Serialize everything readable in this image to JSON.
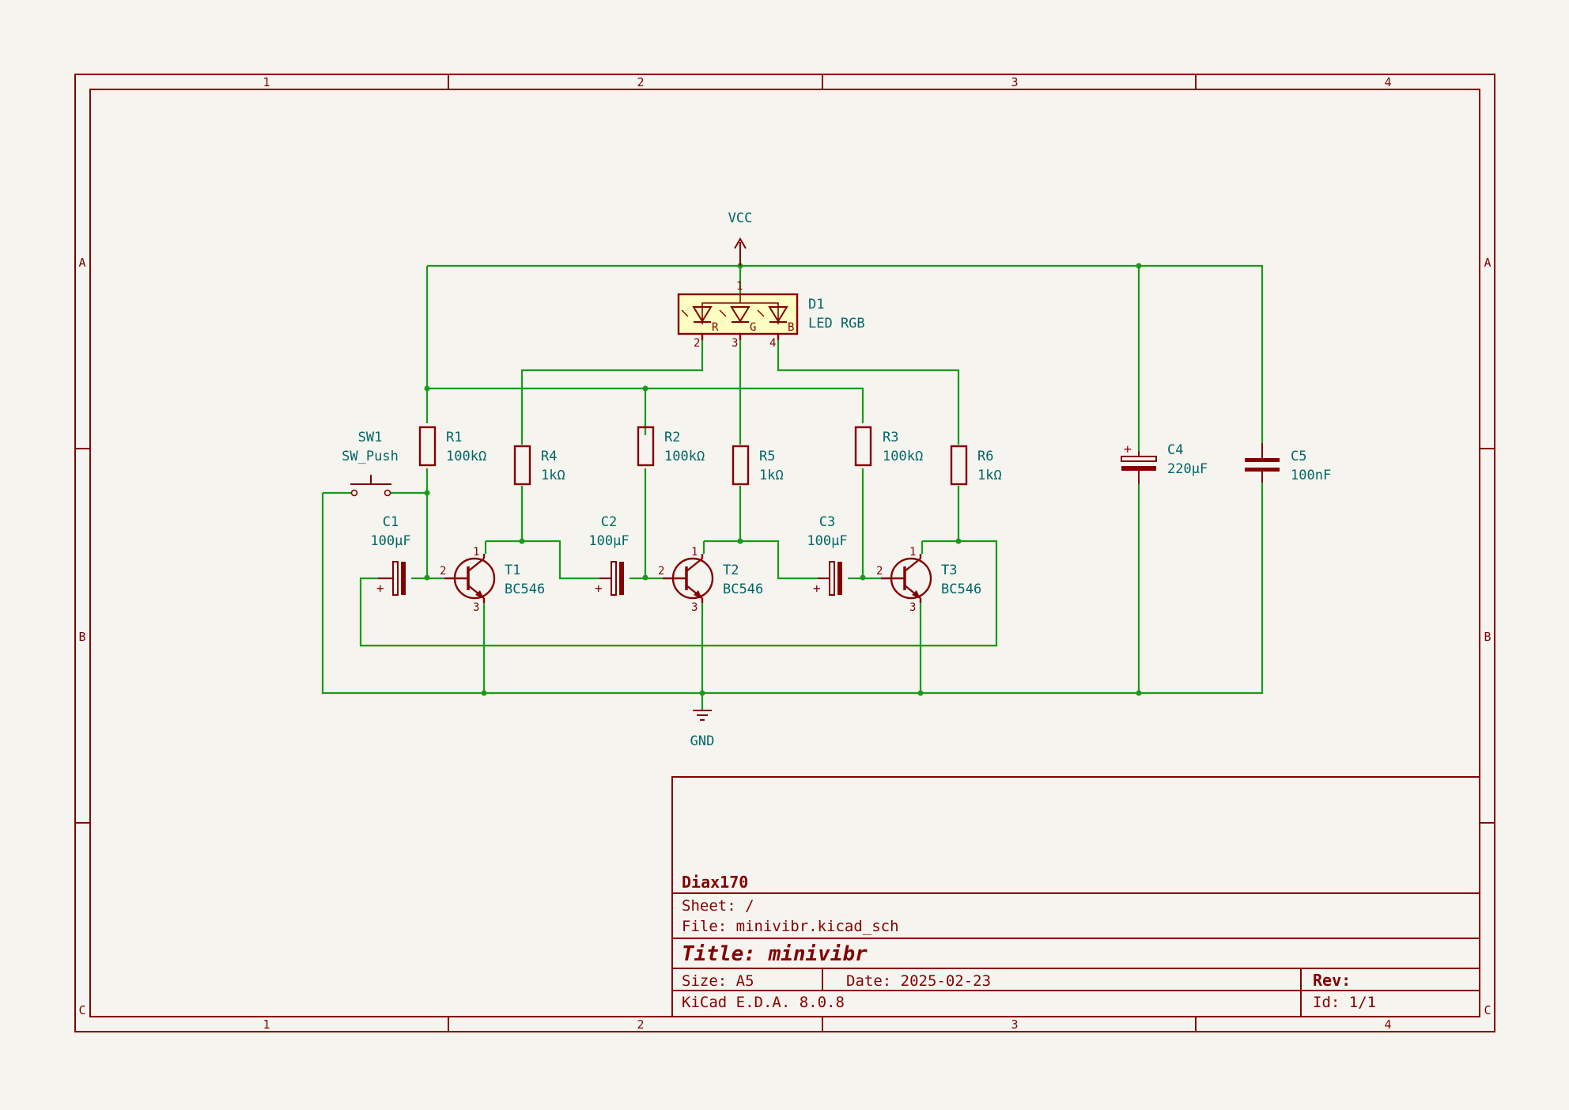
{
  "frame": {
    "columns": [
      "1",
      "2",
      "3",
      "4"
    ],
    "rows": [
      "A",
      "B",
      "C"
    ]
  },
  "power": {
    "vcc": "VCC",
    "gnd": "GND"
  },
  "components": {
    "D1": {
      "ref": "D1",
      "value": "LED RGB",
      "pins": [
        "1",
        "2",
        "3",
        "4"
      ],
      "colors": [
        "R",
        "G",
        "B"
      ]
    },
    "SW1": {
      "ref": "SW1",
      "value": "SW_Push"
    },
    "R1": {
      "ref": "R1",
      "value": "100kΩ"
    },
    "R2": {
      "ref": "R2",
      "value": "100kΩ"
    },
    "R3": {
      "ref": "R3",
      "value": "100kΩ"
    },
    "R4": {
      "ref": "R4",
      "value": "1kΩ"
    },
    "R5": {
      "ref": "R5",
      "value": "1kΩ"
    },
    "R6": {
      "ref": "R6",
      "value": "1kΩ"
    },
    "C1": {
      "ref": "C1",
      "value": "100µF"
    },
    "C2": {
      "ref": "C2",
      "value": "100µF"
    },
    "C3": {
      "ref": "C3",
      "value": "100µF"
    },
    "C4": {
      "ref": "C4",
      "value": "220µF"
    },
    "C5": {
      "ref": "C5",
      "value": "100nF"
    },
    "T1": {
      "ref": "T1",
      "value": "BC546"
    },
    "T2": {
      "ref": "T2",
      "value": "BC546"
    },
    "T3": {
      "ref": "T3",
      "value": "BC546"
    },
    "transistor_pins": [
      "1",
      "2",
      "3"
    ],
    "plus": "+"
  },
  "title_block": {
    "company": "Diax170",
    "sheet": "Sheet: /",
    "file": "File: minivibr.kicad_sch",
    "title": "Title: minivibr",
    "size": "Size: A5",
    "date": "Date: 2025-02-23",
    "rev": "Rev:",
    "kicad": "KiCad E.D.A. 8.0.8",
    "id": "Id: 1/1"
  },
  "colors": {
    "frame": "#840000",
    "wire": "#1a9a1a",
    "label": "#006666",
    "background": "#f5f4ef"
  }
}
